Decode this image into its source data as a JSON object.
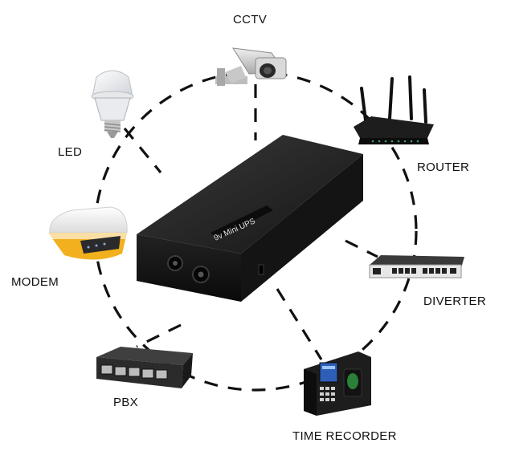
{
  "ups": {
    "brand_label": "9v  Mini UPS"
  },
  "devices": [
    {
      "id": "cctv",
      "label": "CCTV",
      "icon": "cctv-camera-icon"
    },
    {
      "id": "led",
      "label": "LED",
      "icon": "led-bulb-icon"
    },
    {
      "id": "router",
      "label": "ROUTER",
      "icon": "wifi-router-icon"
    },
    {
      "id": "modem",
      "label": "MODEM",
      "icon": "modem-icon"
    },
    {
      "id": "diverter",
      "label": "DIVERTER",
      "icon": "rack-switch-icon"
    },
    {
      "id": "pbx",
      "label": "PBX",
      "icon": "network-switch-icon"
    },
    {
      "id": "time_recorder",
      "label": "TIME RECORDER",
      "icon": "fingerprint-time-recorder-icon"
    }
  ],
  "colors": {
    "device_body": "#1c1c1c",
    "accent_yellow": "#f2b01e",
    "dash": "#111111"
  }
}
